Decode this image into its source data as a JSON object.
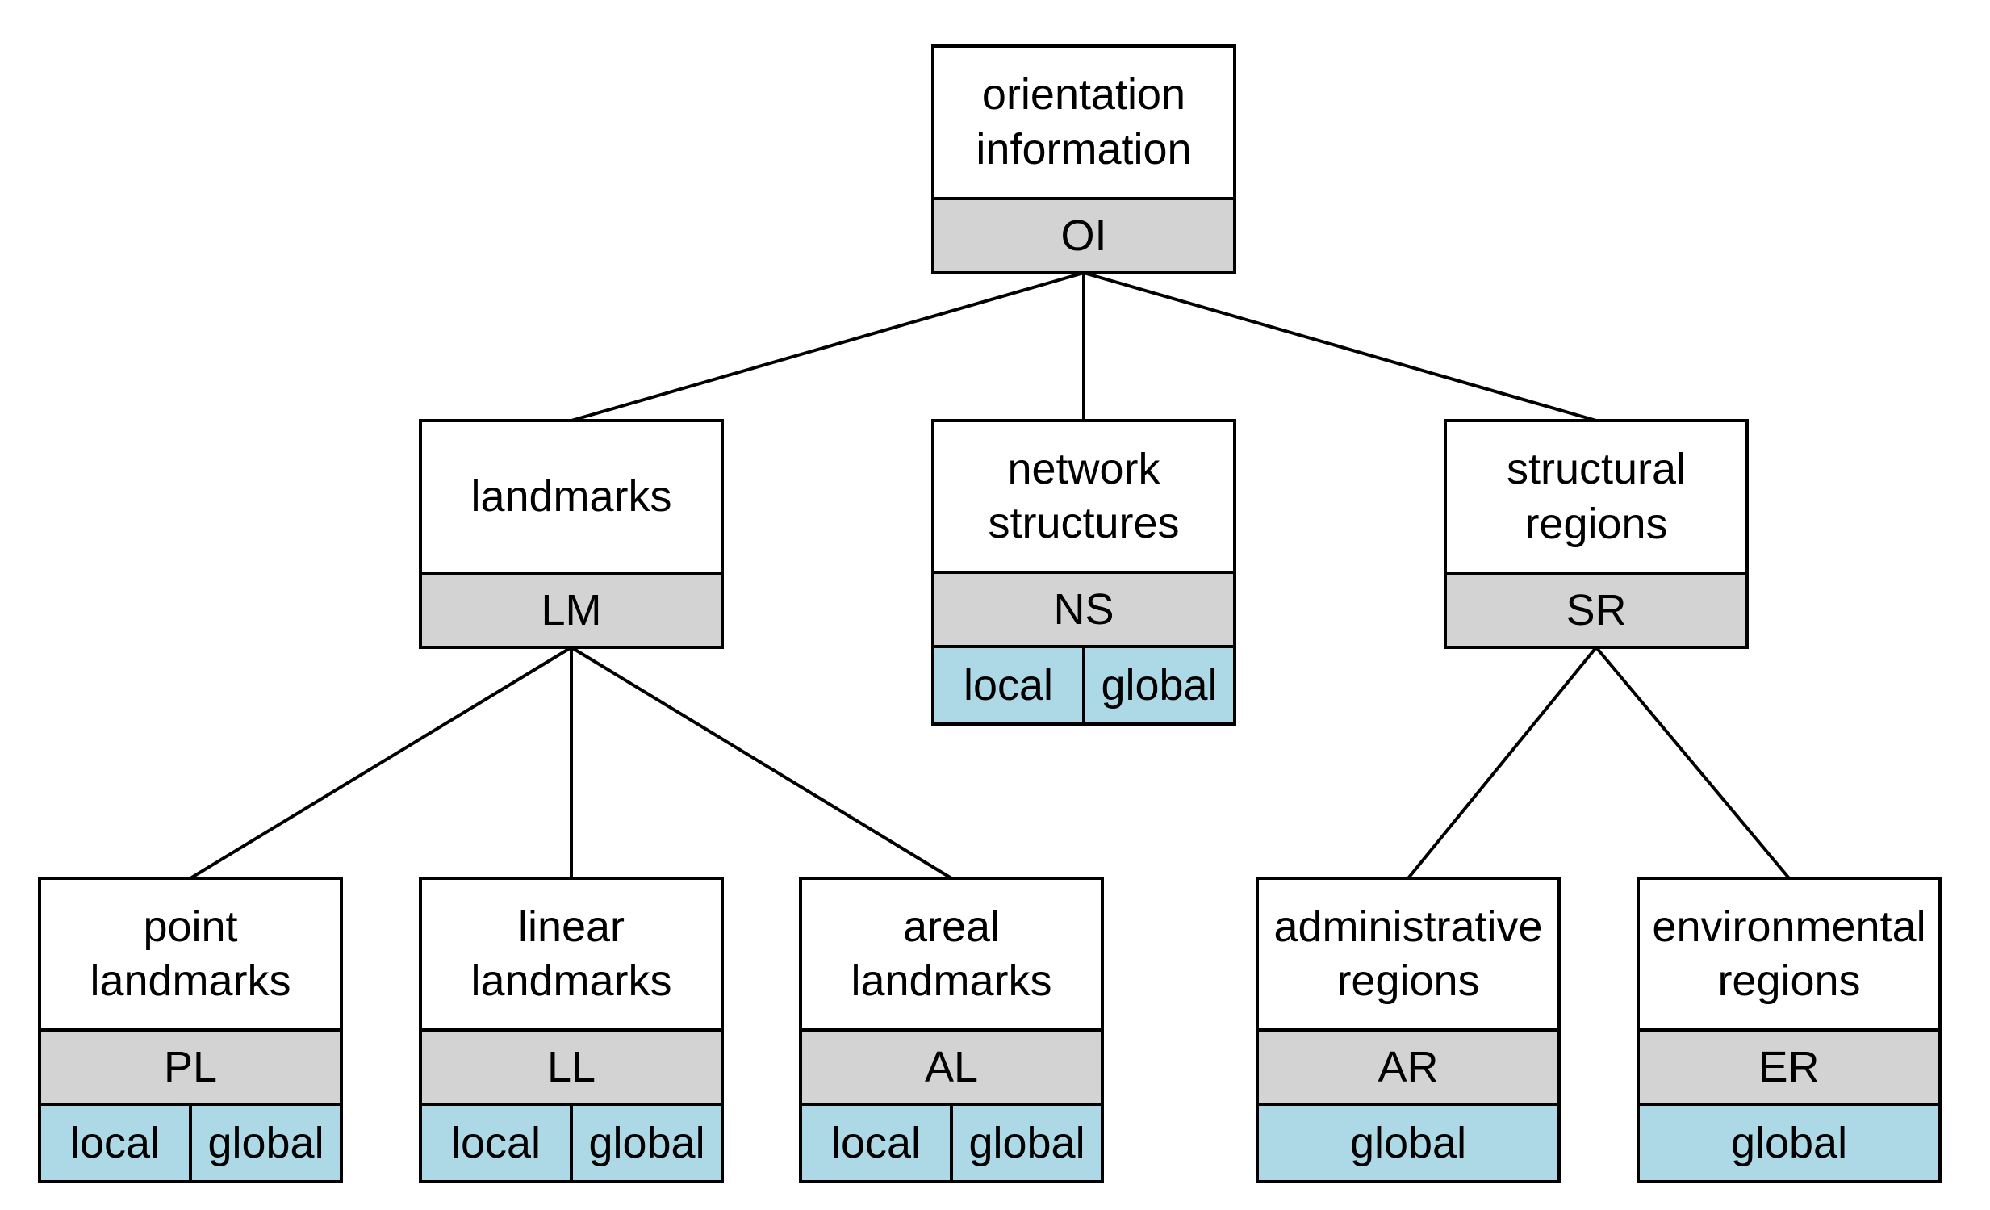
{
  "colors": {
    "band_gray": "#d3d3d3",
    "band_blue": "#add8e6",
    "line": "#000000",
    "background": "#ffffff"
  },
  "nodes": {
    "oi": {
      "label": "orientation information",
      "abbr": "OI",
      "scopes": []
    },
    "lm": {
      "label": "landmarks",
      "abbr": "LM",
      "scopes": []
    },
    "ns": {
      "label": "network structures",
      "abbr": "NS",
      "scopes": [
        "local",
        "global"
      ]
    },
    "sr": {
      "label": "structural regions",
      "abbr": "SR",
      "scopes": []
    },
    "pl": {
      "label": "point landmarks",
      "abbr": "PL",
      "scopes": [
        "local",
        "global"
      ]
    },
    "ll": {
      "label": "linear landmarks",
      "abbr": "LL",
      "scopes": [
        "local",
        "global"
      ]
    },
    "al": {
      "label": "areal landmarks",
      "abbr": "AL",
      "scopes": [
        "local",
        "global"
      ]
    },
    "ar": {
      "label": "administrative regions",
      "abbr": "AR",
      "scopes": [
        "global"
      ]
    },
    "er": {
      "label": "environmental regions",
      "abbr": "ER",
      "scopes": [
        "global"
      ]
    }
  },
  "edges": [
    {
      "from": "oi",
      "to": "lm"
    },
    {
      "from": "oi",
      "to": "ns"
    },
    {
      "from": "oi",
      "to": "sr"
    },
    {
      "from": "lm",
      "to": "pl"
    },
    {
      "from": "lm",
      "to": "ll"
    },
    {
      "from": "lm",
      "to": "al"
    },
    {
      "from": "sr",
      "to": "ar"
    },
    {
      "from": "sr",
      "to": "er"
    }
  ]
}
